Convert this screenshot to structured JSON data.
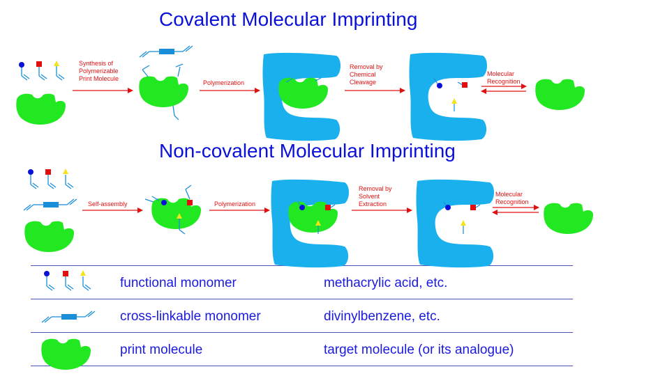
{
  "titles": {
    "covalent": "Covalent Molecular Imprinting",
    "noncovalent": "Non-covalent Molecular Imprinting"
  },
  "covalent_steps": {
    "step1": [
      "Synthesis of",
      "Polymerizable",
      "Print Molecule"
    ],
    "step2": [
      "Polymerization"
    ],
    "step3": [
      "Removal by",
      "Chemical",
      "Cleavage"
    ],
    "step4": [
      "Molecular",
      "Recognition"
    ]
  },
  "noncovalent_steps": {
    "step1": [
      "Self-assembly"
    ],
    "step2": [
      "Polymerization"
    ],
    "step3": [
      "Removal by",
      "Solvent",
      "Extraction"
    ],
    "step4": [
      "Molecular",
      "Recognition"
    ]
  },
  "legend": [
    {
      "item": "functional monomer",
      "example": "methacrylic acid, etc.",
      "icon": "functional-monomer-icon"
    },
    {
      "item": "cross-linkable monomer",
      "example": "divinylbenzene, etc.",
      "icon": "cross-linker-icon"
    },
    {
      "item": "print molecule",
      "example": "target molecule (or its analogue)",
      "icon": "print-molecule-icon"
    }
  ],
  "colors": {
    "title": "#0a10d8",
    "arrow": "#e01010",
    "polymer": "#1ab0ee",
    "molecule": "#22e822",
    "monomer_blue": "#0a10d8",
    "monomer_red": "#e01010",
    "monomer_yellow": "#f5e21a",
    "linker": "#1a8fd8"
  }
}
